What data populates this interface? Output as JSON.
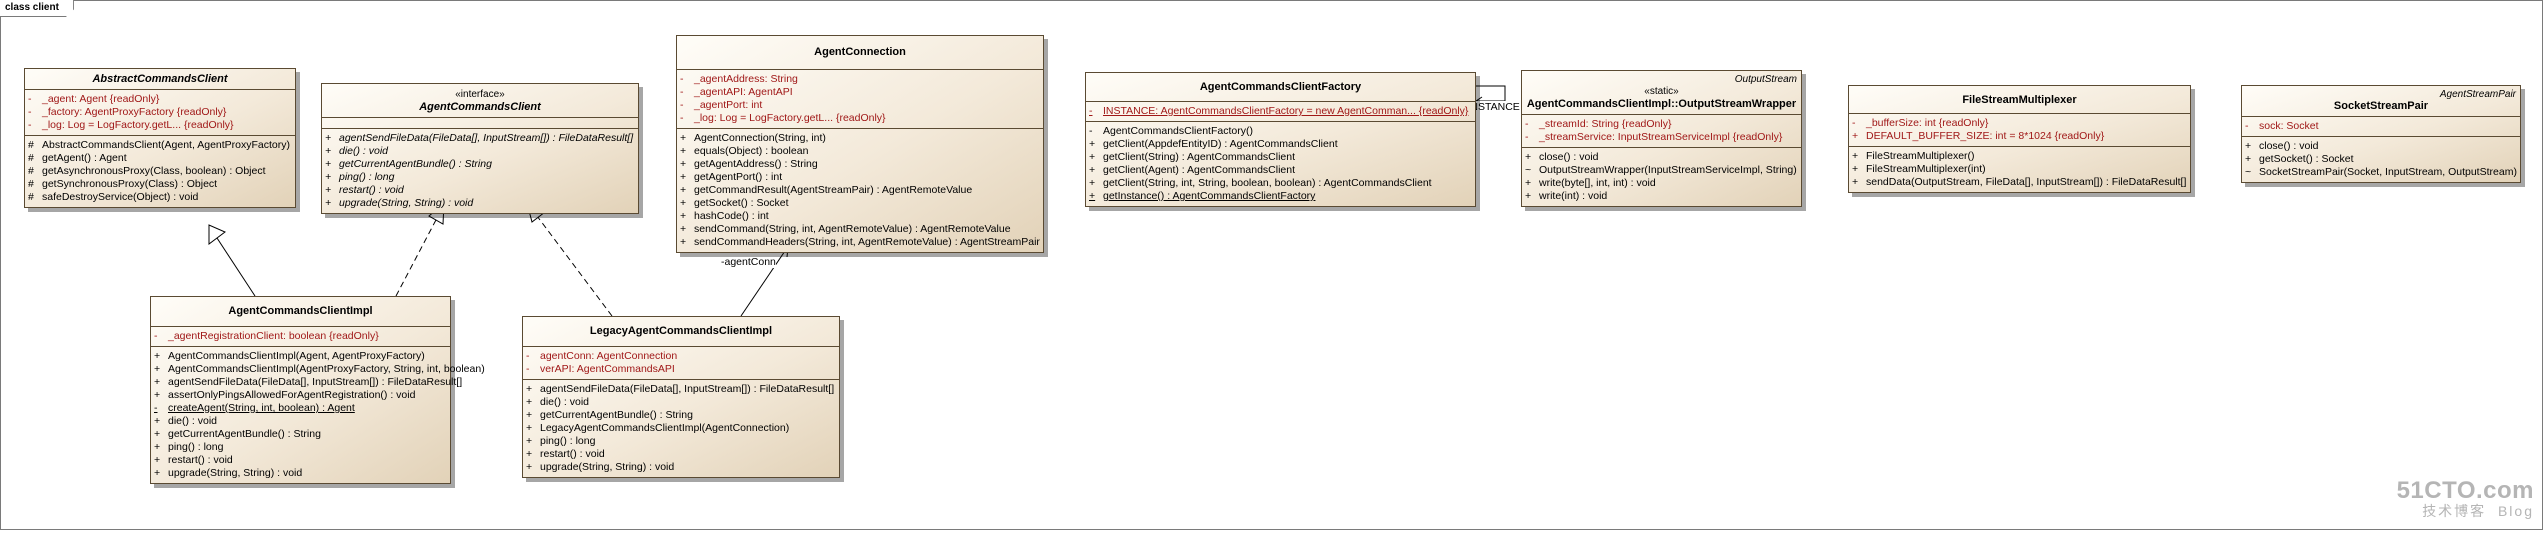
{
  "frame_title": "class client",
  "watermark": {
    "main": "51CTO.com",
    "sub": "技术博客",
    "blog": "Blog"
  },
  "labels": {
    "agent_conn": "-agentConn",
    "instance": "-INSTANCE"
  },
  "classes": {
    "abstract_client": {
      "name": "AbstractCommandsClient",
      "attributes": [
        {
          "v": "-",
          "t": "_agent:  Agent {readOnly}"
        },
        {
          "v": "-",
          "t": "_factory:  AgentProxyFactory {readOnly}"
        },
        {
          "v": "-",
          "t": "_log:  Log = LogFactory.getL... {readOnly}"
        }
      ],
      "operations": [
        {
          "v": "#",
          "t": "AbstractCommandsClient(Agent, AgentProxyFactory)"
        },
        {
          "v": "#",
          "t": "getAgent() : Agent"
        },
        {
          "v": "#",
          "t": "getAsynchronousProxy(Class, boolean) : Object"
        },
        {
          "v": "#",
          "t": "getSynchronousProxy(Class) : Object"
        },
        {
          "v": "#",
          "t": "safeDestroyService(Object) : void"
        }
      ]
    },
    "iface_client": {
      "stereotype": "«interface»",
      "name": "AgentCommandsClient",
      "operations": [
        {
          "v": "+",
          "t": "agentSendFileData(FileData[], InputStream[]) : FileDataResult[]"
        },
        {
          "v": "+",
          "t": "die() : void"
        },
        {
          "v": "+",
          "t": "getCurrentAgentBundle() : String"
        },
        {
          "v": "+",
          "t": "ping() : long"
        },
        {
          "v": "+",
          "t": "restart() : void"
        },
        {
          "v": "+",
          "t": "upgrade(String, String) : void"
        }
      ]
    },
    "agent_connection": {
      "name": "AgentConnection",
      "attributes": [
        {
          "v": "-",
          "t": "_agentAddress:  String"
        },
        {
          "v": "-",
          "t": "_agentAPI:  AgentAPI"
        },
        {
          "v": "-",
          "t": "_agentPort:  int"
        },
        {
          "v": "-",
          "t": "_log:  Log = LogFactory.getL... {readOnly}"
        }
      ],
      "operations": [
        {
          "v": "+",
          "t": "AgentConnection(String, int)"
        },
        {
          "v": "+",
          "t": "equals(Object) : boolean"
        },
        {
          "v": "+",
          "t": "getAgentAddress() : String"
        },
        {
          "v": "+",
          "t": "getAgentPort() : int"
        },
        {
          "v": "+",
          "t": "getCommandResult(AgentStreamPair) : AgentRemoteValue"
        },
        {
          "v": "+",
          "t": "getSocket() : Socket"
        },
        {
          "v": "+",
          "t": "hashCode() : int"
        },
        {
          "v": "+",
          "t": "sendCommand(String, int, AgentRemoteValue) : AgentRemoteValue"
        },
        {
          "v": "+",
          "t": "sendCommandHeaders(String, int, AgentRemoteValue) : AgentStreamPair"
        }
      ]
    },
    "factory": {
      "name": "AgentCommandsClientFactory",
      "attributes": [
        {
          "v": "-",
          "t": "INSTANCE:  AgentCommandsClientFactory = new AgentComman... {readOnly}"
        }
      ],
      "operations": [
        {
          "v": "-",
          "t": "AgentCommandsClientFactory()"
        },
        {
          "v": "+",
          "t": "getClient(AppdefEntityID) : AgentCommandsClient"
        },
        {
          "v": "+",
          "t": "getClient(String) : AgentCommandsClient"
        },
        {
          "v": "+",
          "t": "getClient(Agent) : AgentCommandsClient"
        },
        {
          "v": "+",
          "t": "getClient(String, int, String, boolean, boolean) : AgentCommandsClient"
        },
        {
          "v": "+",
          "t": "getInstance() : AgentCommandsClientFactory"
        }
      ]
    },
    "stream_wrapper": {
      "parent": "OutputStream",
      "stereotype": "«static»",
      "name": "AgentCommandsClientImpl::OutputStreamWrapper",
      "attributes": [
        {
          "v": "-",
          "t": "_streamId:  String {readOnly}"
        },
        {
          "v": "-",
          "t": "_streamService:  InputStreamServiceImpl {readOnly}"
        }
      ],
      "operations": [
        {
          "v": "+",
          "t": "close() : void"
        },
        {
          "v": "~",
          "t": "OutputStreamWrapper(InputStreamServiceImpl, String)"
        },
        {
          "v": "+",
          "t": "write(byte[], int, int) : void"
        },
        {
          "v": "+",
          "t": "write(int) : void"
        }
      ]
    },
    "multiplexer": {
      "name": "FileStreamMultiplexer",
      "attributes": [
        {
          "v": "-",
          "t": "_bufferSize:  int {readOnly}"
        },
        {
          "v": "+",
          "t": "DEFAULT_BUFFER_SIZE:  int = 8*1024 {readOnly}"
        }
      ],
      "operations": [
        {
          "v": "+",
          "t": "FileStreamMultiplexer()"
        },
        {
          "v": "+",
          "t": "FileStreamMultiplexer(int)"
        },
        {
          "v": "+",
          "t": "sendData(OutputStream, FileData[], InputStream[]) : FileDataResult[]"
        }
      ]
    },
    "socket_pair": {
      "parent": "AgentStreamPair",
      "name": "SocketStreamPair",
      "attributes": [
        {
          "v": "-",
          "t": "sock:  Socket"
        }
      ],
      "operations": [
        {
          "v": "+",
          "t": "close() : void"
        },
        {
          "v": "+",
          "t": "getSocket() : Socket"
        },
        {
          "v": "~",
          "t": "SocketStreamPair(Socket, InputStream, OutputStream)"
        }
      ]
    },
    "client_impl": {
      "name": "AgentCommandsClientImpl",
      "attributes": [
        {
          "v": "-",
          "t": "_agentRegistrationClient:  boolean {readOnly}"
        }
      ],
      "operations": [
        {
          "v": "+",
          "t": "AgentCommandsClientImpl(Agent, AgentProxyFactory)"
        },
        {
          "v": "+",
          "t": "AgentCommandsClientImpl(AgentProxyFactory, String, int, boolean)"
        },
        {
          "v": "+",
          "t": "agentSendFileData(FileData[], InputStream[]) : FileDataResult[]"
        },
        {
          "v": "+",
          "t": "assertOnlyPingsAllowedForAgentRegistration() : void"
        },
        {
          "v": "-",
          "t": "createAgent(String, int, boolean) : Agent"
        },
        {
          "v": "+",
          "t": "die() : void"
        },
        {
          "v": "+",
          "t": "getCurrentAgentBundle() : String"
        },
        {
          "v": "+",
          "t": "ping() : long"
        },
        {
          "v": "+",
          "t": "restart() : void"
        },
        {
          "v": "+",
          "t": "upgrade(String, String) : void"
        }
      ]
    },
    "legacy_impl": {
      "name": "LegacyAgentCommandsClientImpl",
      "attributes": [
        {
          "v": "-",
          "t": "agentConn:  AgentConnection"
        },
        {
          "v": "-",
          "t": "verAPI:  AgentCommandsAPI"
        }
      ],
      "operations": [
        {
          "v": "+",
          "t": "agentSendFileData(FileData[], InputStream[]) : FileDataResult[]"
        },
        {
          "v": "+",
          "t": "die() : void"
        },
        {
          "v": "+",
          "t": "getCurrentAgentBundle() : String"
        },
        {
          "v": "+",
          "t": "LegacyAgentCommandsClientImpl(AgentConnection)"
        },
        {
          "v": "+",
          "t": "ping() : long"
        },
        {
          "v": "+",
          "t": "restart() : void"
        },
        {
          "v": "+",
          "t": "upgrade(String, String) : void"
        }
      ]
    }
  }
}
